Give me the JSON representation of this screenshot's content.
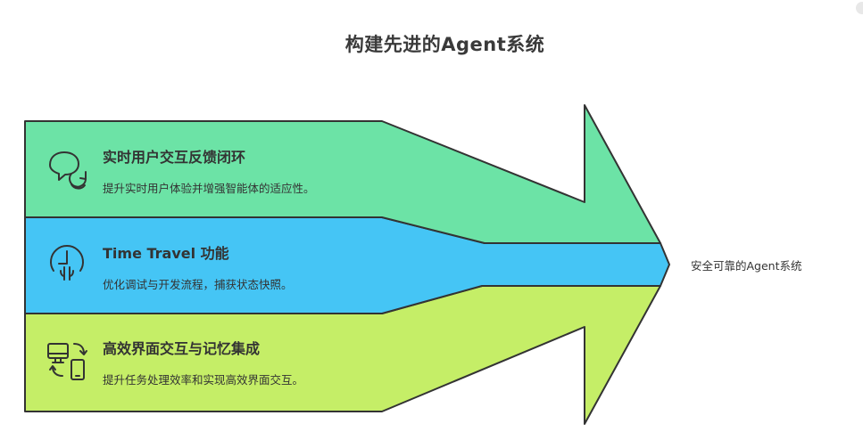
{
  "title": "构建先进的Agent系统",
  "bands": [
    {
      "heading": "实时用户交互反馈闭环",
      "description": "提升实时用户体验并增强智能体的适应性。",
      "icon": "chat-refresh-icon",
      "color": "#6ce3a6"
    },
    {
      "heading": "Time Travel 功能",
      "description": "优化调试与开发流程，捕获状态快照。",
      "icon": "time-travel-icon",
      "color": "#45c5f5"
    },
    {
      "heading": "高效界面交互与记忆集成",
      "description": "提升任务处理效率和实现高效界面交互。",
      "icon": "devices-sync-icon",
      "color": "#c5ee67"
    }
  ],
  "outcome": "安全可靠的Agent系统",
  "colors": {
    "outline": "#333333",
    "text": "#333333",
    "title": "#3a3a3a"
  }
}
